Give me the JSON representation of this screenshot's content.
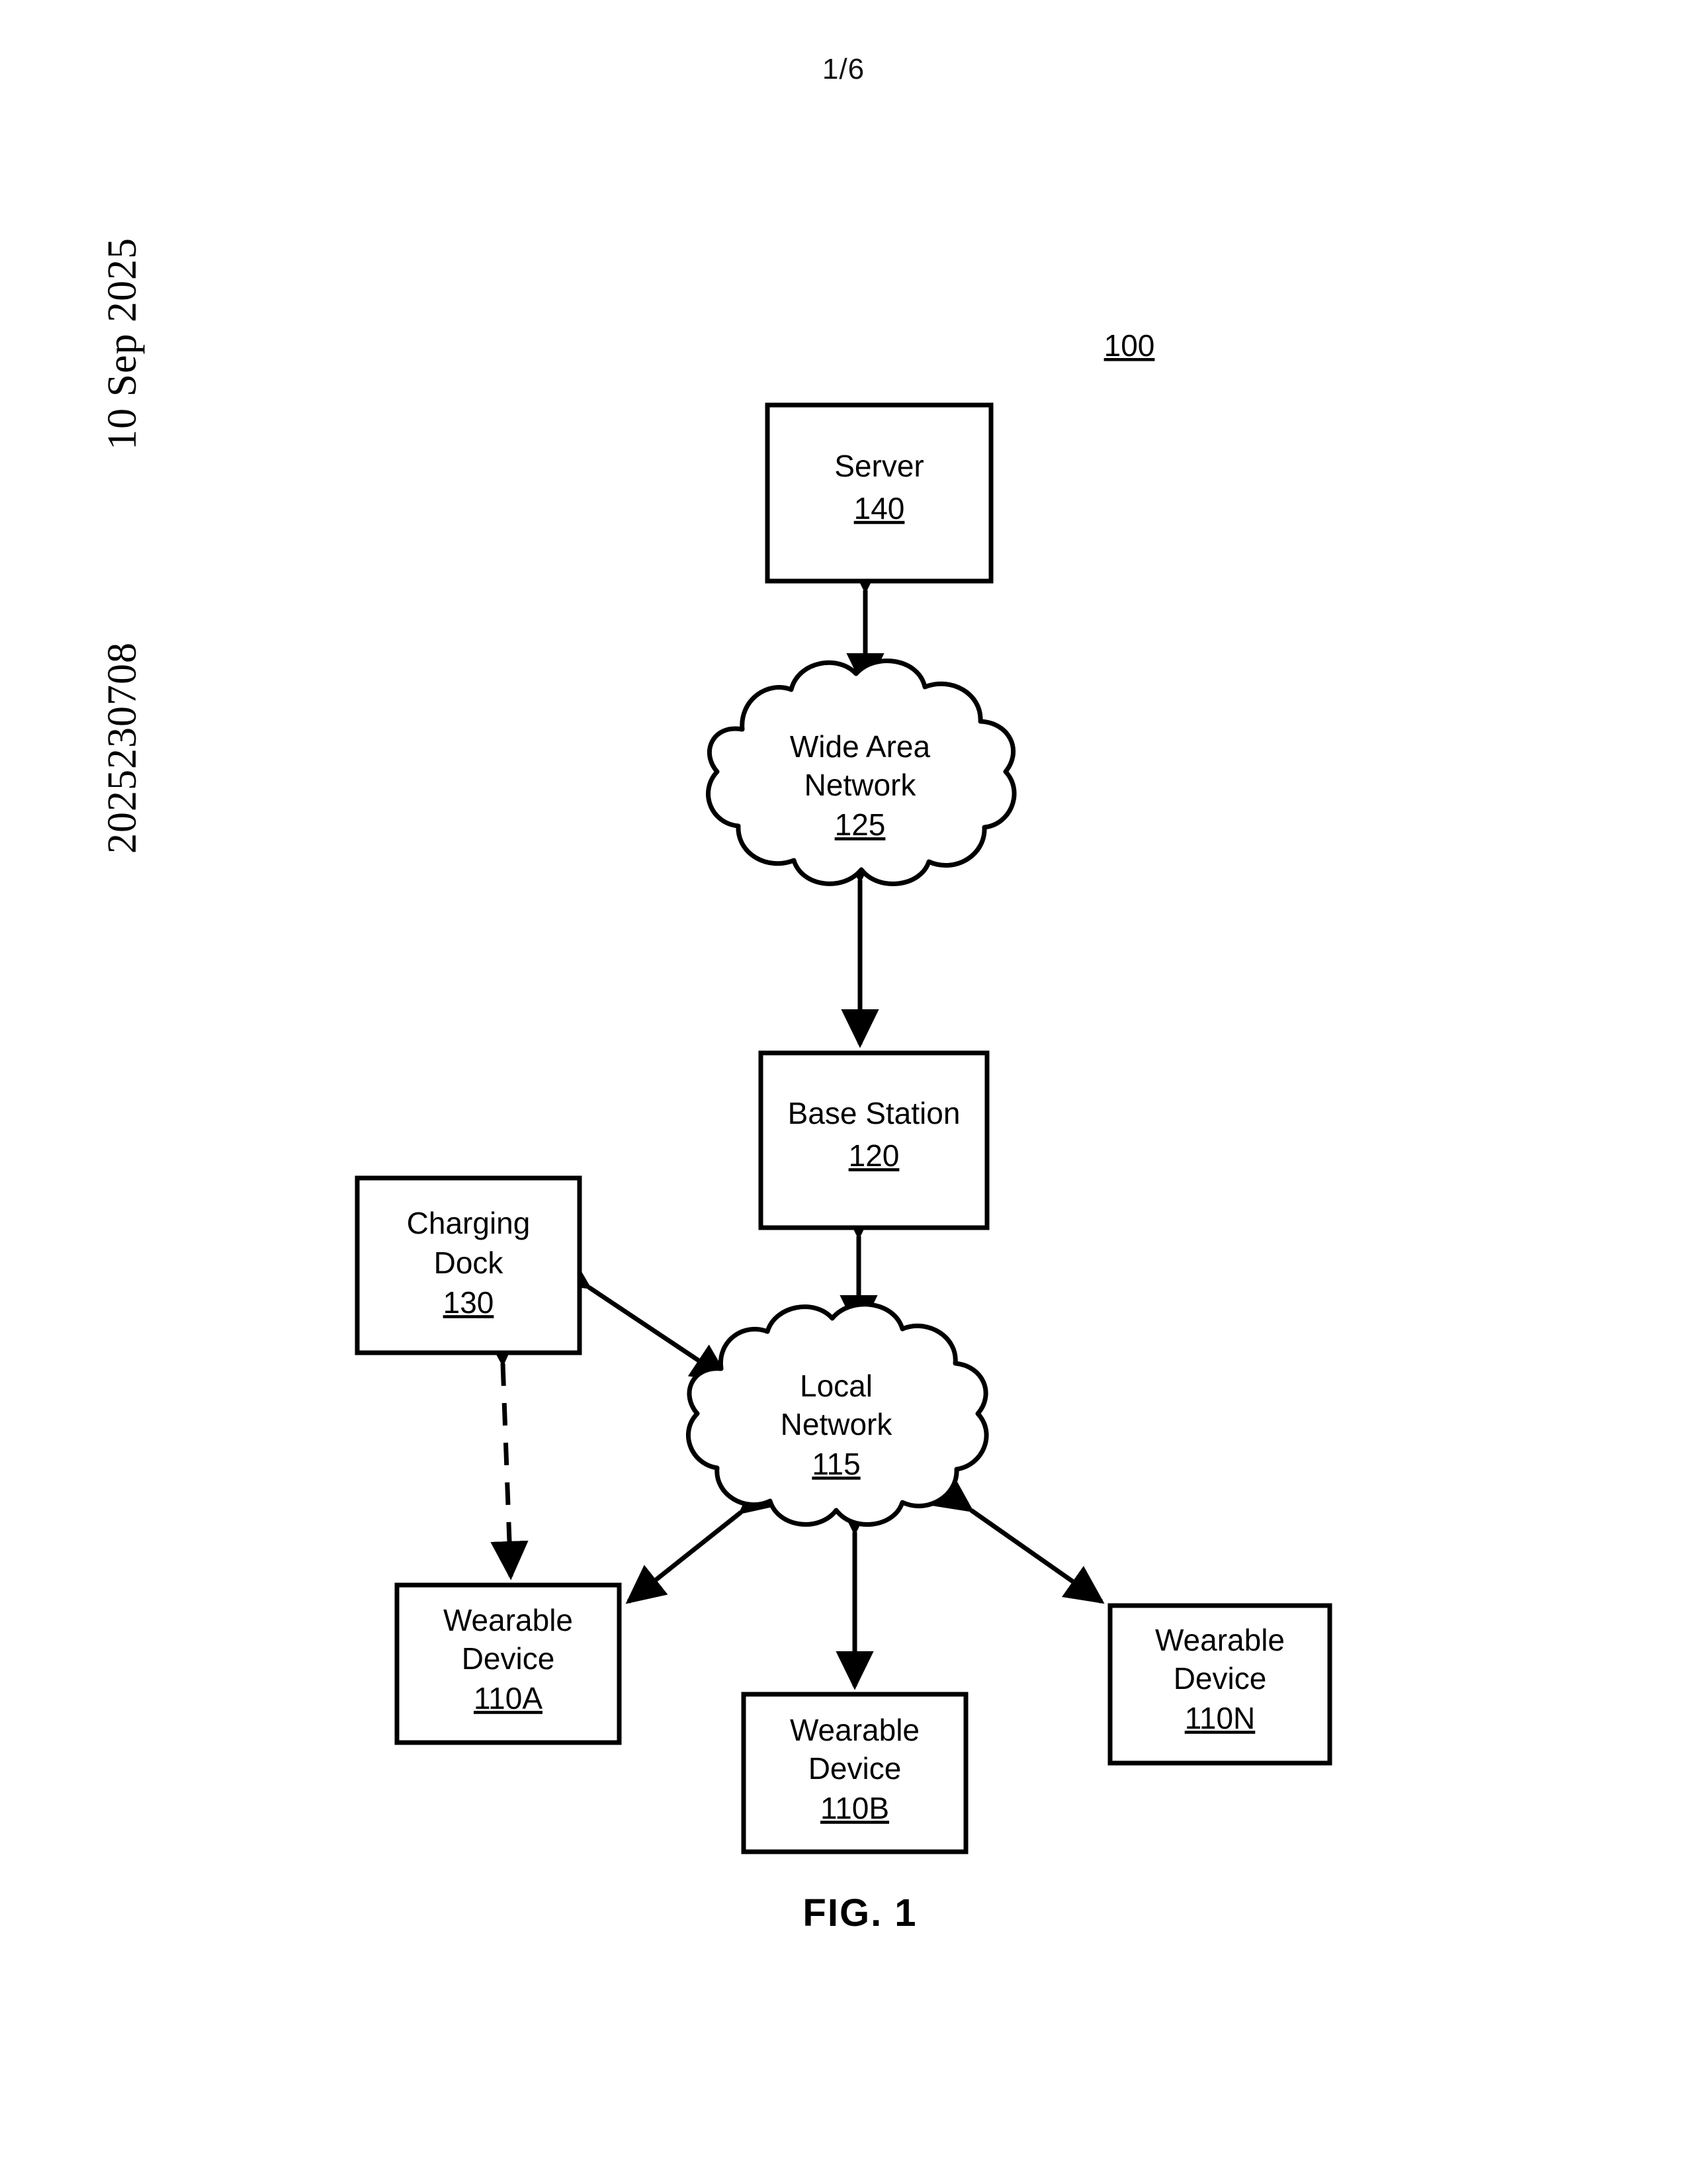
{
  "page": {
    "page_number": "1/6",
    "figure_caption": "FIG. 1",
    "system_ref": "100"
  },
  "margin_stamp": {
    "date": "10 Sep 2025",
    "application_number": "2025230708"
  },
  "diagram": {
    "type": "network-block-diagram",
    "nodes": [
      {
        "id": "server",
        "shape": "rect",
        "label": "Server",
        "label2": "",
        "ref": "140"
      },
      {
        "id": "wan",
        "shape": "cloud",
        "label": "Wide Area",
        "label2": "Network",
        "ref": "125"
      },
      {
        "id": "base_station",
        "shape": "rect",
        "label": "Base Station",
        "label2": "",
        "ref": "120"
      },
      {
        "id": "charging_dock",
        "shape": "rect",
        "label": "Charging",
        "label2": "Dock",
        "ref": "130"
      },
      {
        "id": "local_network",
        "shape": "cloud",
        "label": "Local",
        "label2": "Network",
        "ref": "115"
      },
      {
        "id": "wearable_a",
        "shape": "rect",
        "label": "Wearable",
        "label2": "Device",
        "ref": "110A"
      },
      {
        "id": "wearable_b",
        "shape": "rect",
        "label": "Wearable",
        "label2": "Device",
        "ref": "110B"
      },
      {
        "id": "wearable_n",
        "shape": "rect",
        "label": "Wearable",
        "label2": "Device",
        "ref": "110N"
      }
    ],
    "links": [
      {
        "from": "server",
        "to": "wan",
        "style": "solid",
        "arrows": "both"
      },
      {
        "from": "wan",
        "to": "base_station",
        "style": "solid",
        "arrows": "both"
      },
      {
        "from": "base_station",
        "to": "local_network",
        "style": "solid",
        "arrows": "both"
      },
      {
        "from": "charging_dock",
        "to": "local_network",
        "style": "solid",
        "arrows": "both"
      },
      {
        "from": "local_network",
        "to": "wearable_a",
        "style": "solid",
        "arrows": "both"
      },
      {
        "from": "local_network",
        "to": "wearable_b",
        "style": "solid",
        "arrows": "both"
      },
      {
        "from": "local_network",
        "to": "wearable_n",
        "style": "solid",
        "arrows": "both"
      },
      {
        "from": "charging_dock",
        "to": "wearable_a",
        "style": "dashed",
        "arrows": "both"
      }
    ]
  },
  "colors": {
    "ink": "#000000",
    "paper": "#ffffff"
  }
}
